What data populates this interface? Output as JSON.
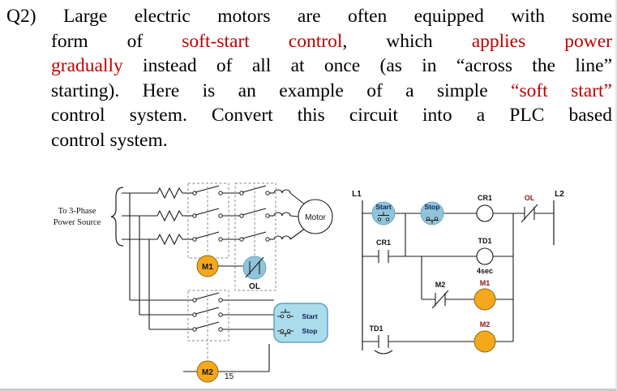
{
  "question": {
    "lines": [
      {
        "segs": [
          {
            "cls": "plain",
            "text": "Q2) Large electric motors are often equipped with some"
          }
        ]
      },
      {
        "segs": [
          {
            "cls": "plain",
            "text": "form of "
          },
          {
            "cls": "red",
            "text": "soft-start control"
          },
          {
            "cls": "plain",
            "text": ", which "
          },
          {
            "cls": "red",
            "text": "applies power"
          }
        ]
      },
      {
        "segs": [
          {
            "cls": "red",
            "text": "gradually"
          },
          {
            "cls": "plain",
            "text": " instead of all at once (as in “across the line”"
          }
        ]
      },
      {
        "segs": [
          {
            "cls": "plain",
            "text": "starting). Here is an example of a simple "
          },
          {
            "cls": "red",
            "text": "“soft start”"
          }
        ]
      },
      {
        "segs": [
          {
            "cls": "plain",
            "text": "control system. Convert this circuit into a PLC based"
          }
        ]
      },
      {
        "segs": [
          {
            "cls": "plain",
            "text": "control system."
          }
        ]
      }
    ]
  },
  "power": {
    "source_line1": "To 3-Phase",
    "source_line2": "Power Source",
    "m1": "M1",
    "m2": "M2",
    "ol": "OL",
    "motor": "Motor",
    "start": "Start",
    "stop": "Stop",
    "page": "15"
  },
  "ladder": {
    "l1": "L1",
    "l2": "L2",
    "start": "Start",
    "stop": "Stop",
    "cr1_coil": "CR1",
    "ol": "OL",
    "cr1_contact": "CR1",
    "td1_coil": "TD1",
    "td1_delay": "4sec",
    "m2_contact": "M2",
    "m1_coil": "M1",
    "td1_contact": "TD1",
    "m2_coil": "M2"
  },
  "colors": {
    "accent_red": "#c00000",
    "circle_blue": "#8fc4d9",
    "coil_orange": "#f5a81c",
    "panel_blue": "#aadcec",
    "label_maroon": "#8b1a1a"
  }
}
